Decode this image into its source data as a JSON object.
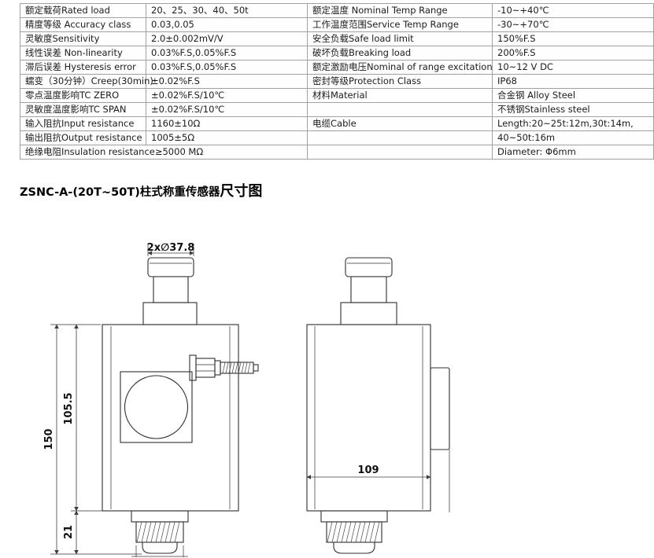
{
  "spec_table": {
    "rows": [
      [
        "额定载荷Rated load",
        "20、25、30、40、50t",
        "额定温度 Nominal Temp Range",
        "-10~+40℃"
      ],
      [
        "精度等级 Accuracy class",
        "0.03,0.05",
        "工作温度范围Service Temp Range",
        "-30~+70℃"
      ],
      [
        "灵敏度Sensitivity",
        "2.0±0.002mV/V",
        "安全负载Safe load limit",
        "150%F.S"
      ],
      [
        "线性误差 Non-linearity",
        "0.03%F.S,0.05%F.S",
        "破坏负载Breaking load",
        "200%F.S"
      ],
      [
        "滞后误差 Hysteresis error",
        "0.03%F.S,0.05%F.S",
        "额定激励电压Nominal of range excitation",
        "10~12 V DC"
      ],
      [
        "蠕变（30分钟）Creep(30min)",
        "±0.02%F.S",
        "密封等级Protection Class",
        "IP68"
      ],
      [
        "零点温度影响TC ZERO",
        "±0.02%F.S/10℃",
        "材料Material",
        "合金钢 Alloy Steel"
      ],
      [
        "灵敏度温度影响TC SPAN",
        "±0.02%F.S/10℃",
        "",
        "不锈钢Stainless steel"
      ],
      [
        "输入阻抗Input resistance",
        "1160±10Ω",
        "电缆Cable",
        "Length:20~25t:12m,30t:14m,"
      ],
      [
        "输出阻抗Output resistance",
        "1005±5Ω",
        "",
        "40~50t:16m"
      ],
      [
        "绝缘电阻Insulation resistance≥5000 MΩ",
        null,
        "",
        "Diameter: Φ6mm"
      ]
    ]
  },
  "heading": {
    "model": "ZSNC-A-(20T~50T)柱式称重传感器",
    "suffix": "尺寸图"
  },
  "drawing": {
    "dims": {
      "cap_diameter": "2x∅37.8",
      "total_height": "150",
      "body_height": "105.5",
      "boss_height": "21",
      "body_diameter": "109"
    }
  },
  "colors": {
    "line": "#2f2f2f",
    "dim_line": "#3d3d3d",
    "table_border": "#a0a0a0"
  }
}
